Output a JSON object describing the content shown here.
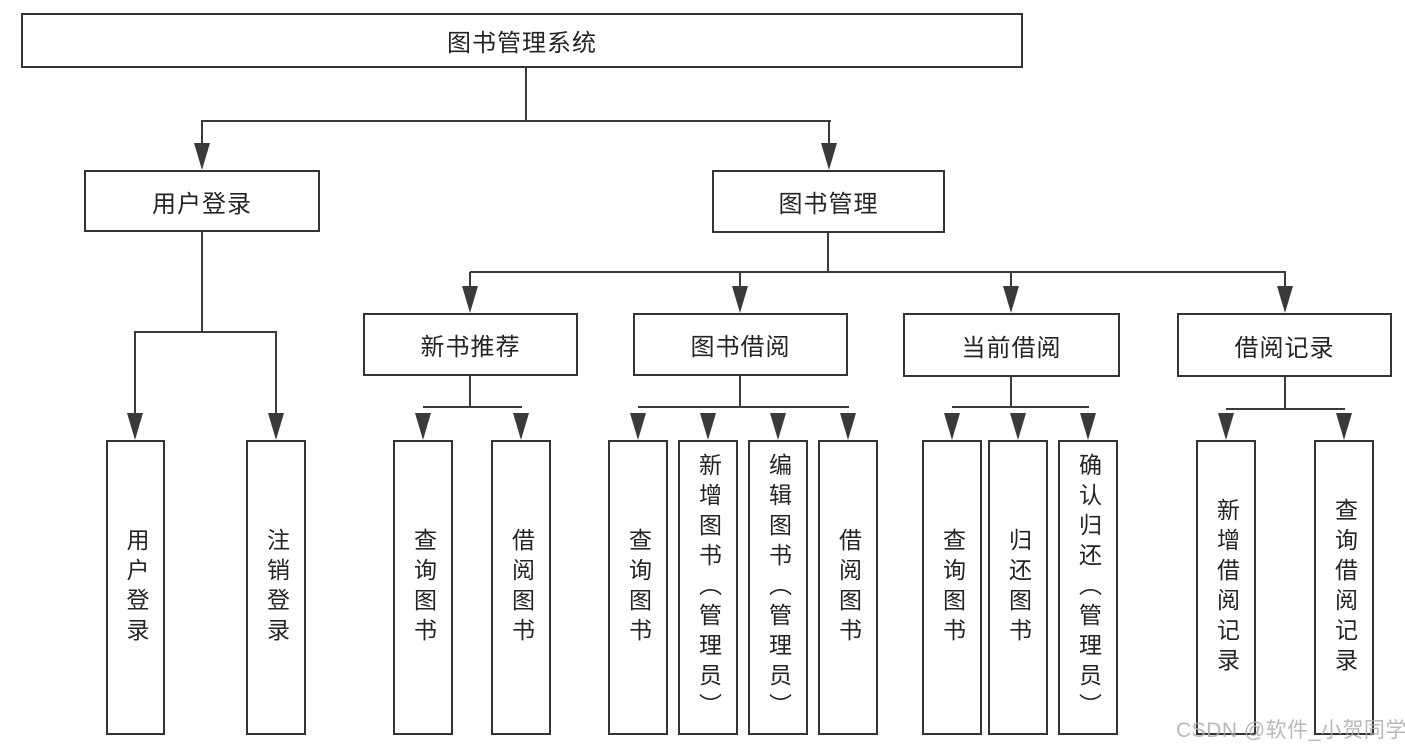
{
  "tree": {
    "root": {
      "label": "图书管理系统"
    },
    "children": [
      {
        "label": "用户登录",
        "children": [
          {
            "label": "用户登录"
          },
          {
            "label": "注销登录"
          }
        ]
      },
      {
        "label": "图书管理",
        "children": [
          {
            "label": "新书推荐",
            "children": [
              {
                "label": "查询图书"
              },
              {
                "label": "借阅图书"
              }
            ]
          },
          {
            "label": "图书借阅",
            "children": [
              {
                "label": "查询图书"
              },
              {
                "label": "新增图书（管理员）"
              },
              {
                "label": "编辑图书（管理员）"
              },
              {
                "label": "借阅图书"
              }
            ]
          },
          {
            "label": "当前借阅",
            "children": [
              {
                "label": "查询图书"
              },
              {
                "label": "归还图书"
              },
              {
                "label": "确认归还（管理员）"
              }
            ]
          },
          {
            "label": "借阅记录",
            "children": [
              {
                "label": "新增借阅记录"
              },
              {
                "label": "查询借阅记录"
              }
            ]
          }
        ]
      }
    ]
  },
  "watermark": "CSDN @软件_小贺同学",
  "colors": {
    "line": "#3a3a3a",
    "box_border": "#333333",
    "text": "#242424",
    "background": "#ffffff",
    "watermark": "#b0aaaa"
  }
}
